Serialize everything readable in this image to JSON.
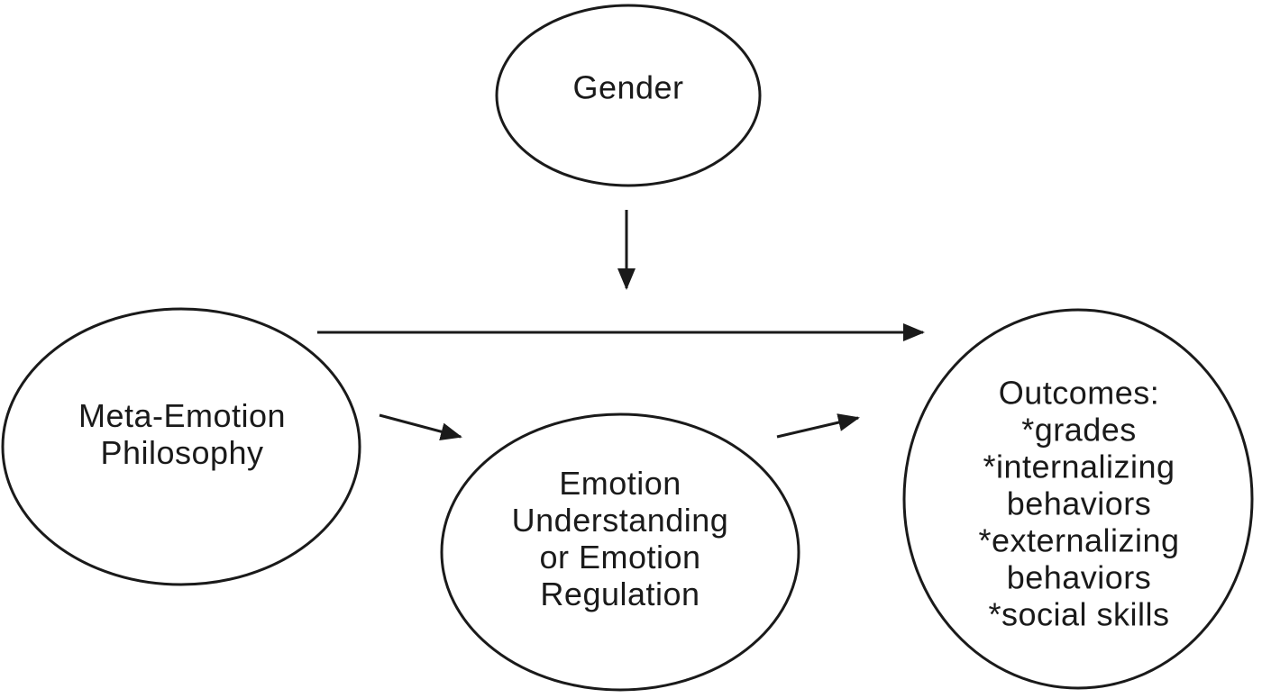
{
  "diagram": {
    "type": "path-model",
    "colors": {
      "background": "#ffffff",
      "stroke": "#1a1a1a",
      "text": "#1a1a1a"
    },
    "nodes": {
      "gender": {
        "label": "Gender"
      },
      "meta_emotion": {
        "label": "Meta-Emotion\nPhilosophy"
      },
      "emotion_understanding": {
        "label": "Emotion\nUnderstanding\nor Emotion\nRegulation"
      },
      "outcomes": {
        "label": "Outcomes:\n*grades\n*internalizing\nbehaviors\n*externalizing\nbehaviors\n*social skills"
      }
    },
    "edges": [
      {
        "from": "meta_emotion",
        "to": "outcomes",
        "style": "long-horizontal-arrow"
      },
      {
        "from": "gender",
        "to": "meta_emotion_to_outcomes_arrow",
        "style": "vertical-moderator-arrow"
      },
      {
        "from": "meta_emotion",
        "to": "emotion_understanding",
        "style": "short-arrow"
      },
      {
        "from": "emotion_understanding",
        "to": "outcomes",
        "style": "short-arrow"
      }
    ]
  }
}
